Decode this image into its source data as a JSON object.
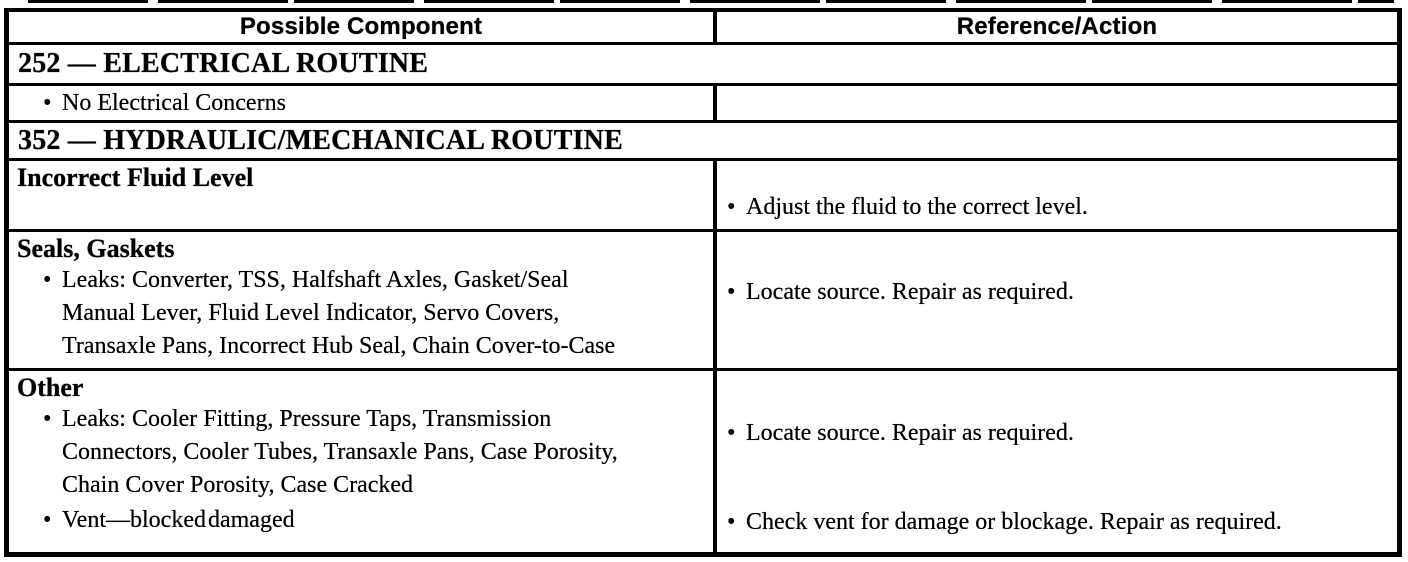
{
  "glyphs": {
    "bullet": "•"
  },
  "table": {
    "header": {
      "possible_component": "Possible Component",
      "reference_action": "Reference/Action"
    },
    "sections": {
      "electrical": {
        "title": "252 — ELECTRICAL ROUTINE",
        "rows": [
          {
            "component": "No Electrical Concerns",
            "action": ""
          }
        ]
      },
      "hydraulic": {
        "title": "352 — HYDRAULIC/MECHANICAL ROUTINE",
        "rows": [
          {
            "component_heading": "Incorrect Fluid Level",
            "actions": [
              "Adjust the fluid to the correct level."
            ]
          },
          {
            "component_heading": "Seals, Gaskets",
            "component_items": [
              "Leaks: Converter, TSS, Halfshaft Axles, Gasket/Seal\nManual Lever, Fluid Level Indicator, Servo Covers,\nTransaxle Pans, Incorrect Hub Seal, Chain Cover-to-Case"
            ],
            "actions": [
              "Locate source. Repair as required."
            ]
          },
          {
            "component_heading": "Other",
            "component_items": [
              "Leaks: Cooler Fitting, Pressure Taps, Transmission\nConnectors, Cooler Tubes, Transaxle Pans, Case Porosity,\nChain Cover Porosity, Case Cracked",
              "Vent—blocked damaged"
            ],
            "actions": [
              "Locate source. Repair as required.",
              "Check vent for damage or blockage. Repair as required."
            ]
          }
        ]
      }
    }
  }
}
